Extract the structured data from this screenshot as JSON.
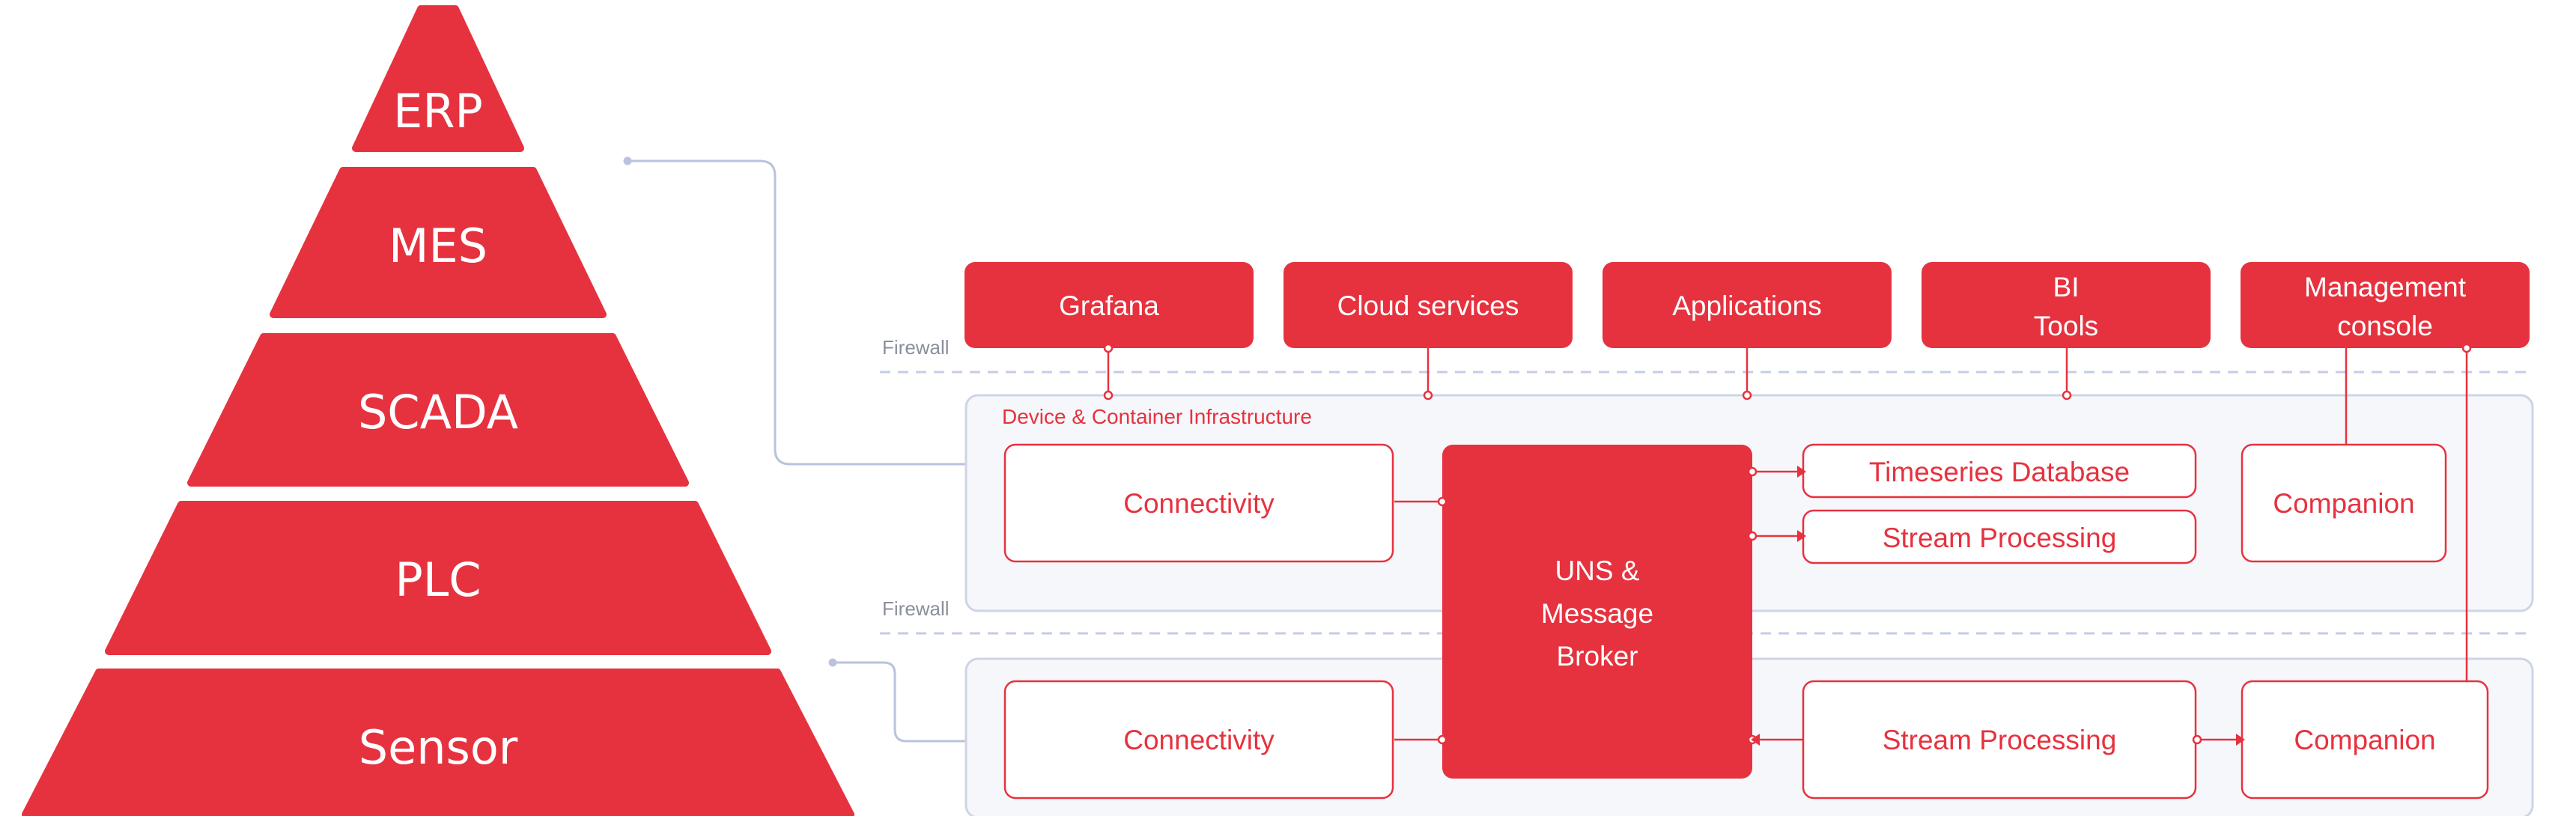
{
  "pyramid": {
    "levels": [
      "ERP",
      "MES",
      "SCADA",
      "PLC",
      "Sensor"
    ]
  },
  "apps": [
    {
      "lines": [
        "Grafana"
      ]
    },
    {
      "lines": [
        "Cloud services"
      ]
    },
    {
      "lines": [
        "Applications"
      ]
    },
    {
      "lines": [
        "BI",
        "Tools"
      ]
    },
    {
      "lines": [
        "Management",
        "console"
      ]
    }
  ],
  "firewall_top": "Firewall",
  "firewall_bottom": "Firewall",
  "infra": {
    "title": "Device & Container Infrastructure",
    "connectivity": "Connectivity",
    "timeseries": "Timeseries Database",
    "stream": "Stream Processing",
    "companion": "Companion"
  },
  "broker": {
    "lines": [
      "UNS &",
      "Message",
      "Broker"
    ]
  },
  "edge": {
    "connectivity": "Connectivity",
    "stream": "Stream Processing",
    "companion": "Companion"
  },
  "colors": {
    "accent": "#e6323f",
    "panel": "#f6f7fb",
    "panel_border": "#cdd4e6",
    "connector": "#b9c3dc",
    "muted_text": "#8a8f9c"
  }
}
